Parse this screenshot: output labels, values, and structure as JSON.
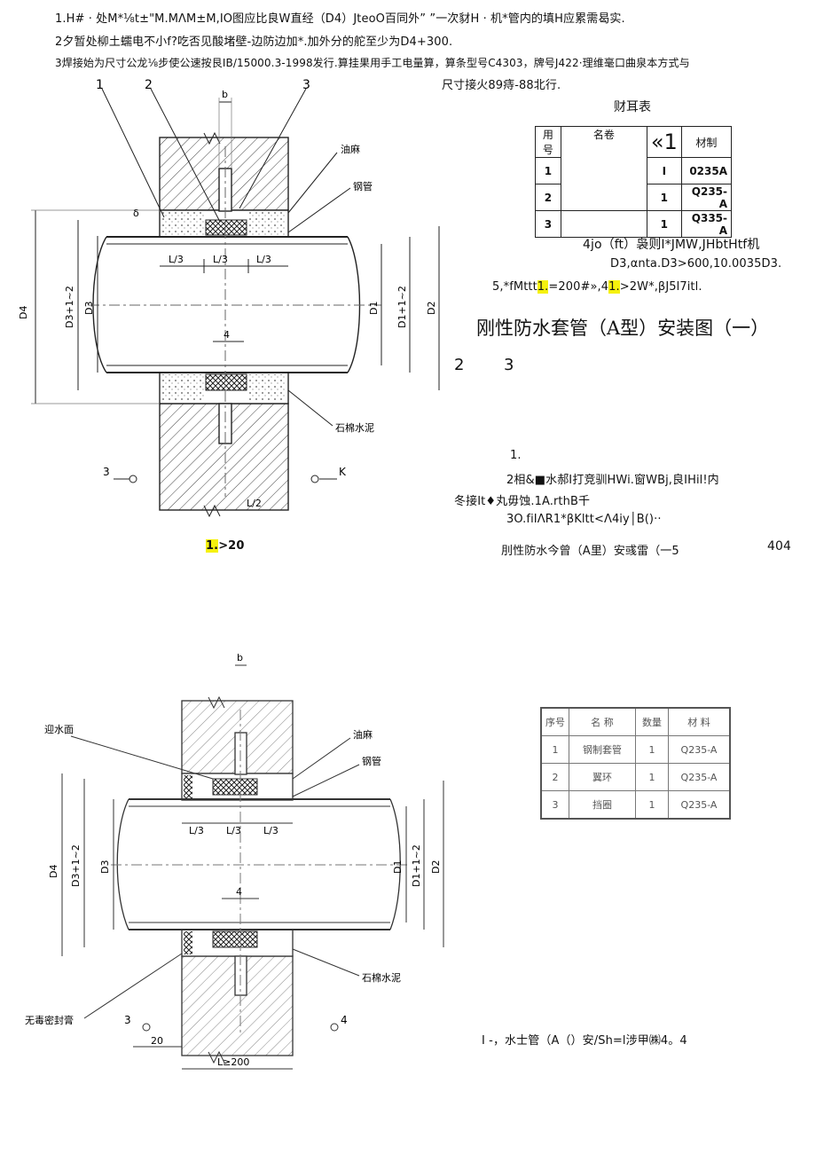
{
  "notes_top": [
    "1.H# · 处M*⅛t±\"M.MΛM±M,IO图应比良W直经（D4）JteoO百同外”  ”一次豺H · 机*管内的填H应累需曷实.",
    "2夕暂处柳土蠕电不小f?吃否见酸堵壁-边防边加*.加外分的舵至少为D4+300.",
    "3焊接始为尺寸公龙⅛步使公速按艮IB/15000.3-1998发行.算挂果用手工电量算，算条型号C4303，牌号J422·理维毫口曲泉本方式与",
    "尺寸接火89痔-88北行."
  ],
  "table1": {
    "title": "财耳表",
    "headers": [
      "用号",
      "名卷",
      "«1",
      "材制"
    ],
    "rows": [
      {
        "no": "1",
        "name": "",
        "qty": "I",
        "mat": "0235A"
      },
      {
        "no": "2",
        "name": "",
        "qty": "1",
        "mat": "Q235-A"
      },
      {
        "no": "3",
        "name": "",
        "qty": "1",
        "mat": "Q335-A"
      }
    ]
  },
  "right_notes": {
    "n4": "4jo（ft）袅则I*JMW,JHbtHtf机",
    "n4b": "D3,αnta.D3>600,10.0035D3.",
    "n5_pre": "5,*fMttt",
    "n5_hl1": "1.",
    "n5_mid": "=200#»,4",
    "n5_hl2": "1.",
    "n5_post": ">2W*,βJ5l7itl."
  },
  "title1": "刚性防水套管（A型）安装图（一）",
  "nums_2_3": [
    "2",
    "3"
  ],
  "mid_notes": [
    "1.",
    "2相&■水郝I打竞驯HWi.窗WBj,良IHil!内",
    "冬接It♦丸毋蚀.1A.rthB千",
    "3O.fiIΛR1*βKltt<Λ4iy│B()··"
  ],
  "bottom_ref_hl": "1.",
  "bottom_ref": ">20",
  "title2": "刖性防水今曾（A里）安彧雷（一5",
  "page_no": "404",
  "table2": {
    "headers": [
      "序号",
      "名  称",
      "数量",
      "材  料"
    ],
    "rows": [
      {
        "no": "1",
        "name": "钢制套管",
        "qty": "1",
        "mat": "Q235-A"
      },
      {
        "no": "2",
        "name": "翼环",
        "qty": "1",
        "mat": "Q235-A"
      },
      {
        "no": "3",
        "name": "挡圈",
        "qty": "1",
        "mat": "Q235-A"
      }
    ]
  },
  "caption3": "I    -，水士管（A（）安/Sh=l涉甲㈱4。4",
  "drawing1": {
    "callouts": [
      "1",
      "2",
      "3"
    ],
    "dim_b": "b",
    "dim_delta": "δ",
    "label_oil": "油麻",
    "label_pipe": "钢管",
    "label_cement": "石棉水泥",
    "dims_l3": [
      "L/3",
      "L/3",
      "L/3"
    ],
    "dims_left": [
      "D4",
      "D3+1~2",
      "D3"
    ],
    "dims_right": [
      "D1",
      "D1+1~2",
      "D2"
    ],
    "dim_4": "4",
    "dim_l2": "L/2",
    "sec_left": "3",
    "sec_right": "K"
  },
  "drawing2": {
    "label_water": "迎水面",
    "label_oil": "油麻",
    "label_pipe": "钢管",
    "label_cement": "石棉水泥",
    "label_seal": "无毒密封膏",
    "dim_b": "b",
    "dims_l3": [
      "L/3",
      "L/3",
      "L/3"
    ],
    "dims_left": [
      "D4",
      "D3+1~2",
      "D3"
    ],
    "dims_right": [
      "D1",
      "D1+1~2",
      "D2"
    ],
    "dim_4": "4",
    "dim_20": "20",
    "dim_l200": "L≥200",
    "sec_left": "3",
    "sec_right": "4"
  }
}
